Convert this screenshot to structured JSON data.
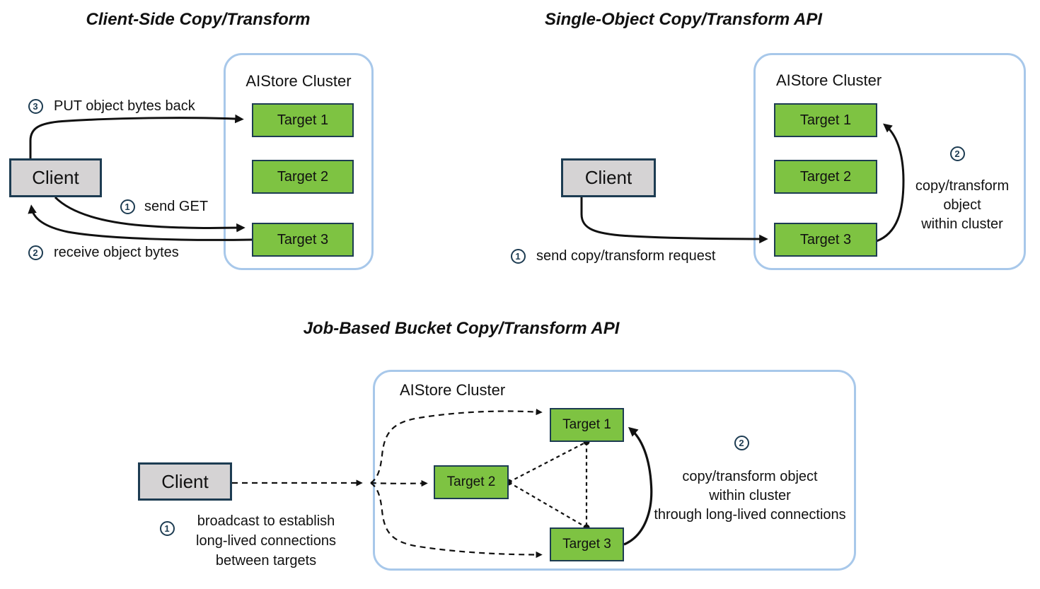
{
  "colors": {
    "target_fill": "#7ec342",
    "box_border": "#1d3c52",
    "cluster_border": "#a8c8ea",
    "client_fill": "#d5d3d4",
    "text": "#111111",
    "arrow": "#111111"
  },
  "panels": {
    "client_side": {
      "title": "Client-Side Copy/Transform",
      "cluster_label": "AIStore Cluster",
      "client_label": "Client",
      "targets": [
        "Target 1",
        "Target 2",
        "Target 3"
      ],
      "steps": {
        "get": {
          "num": "1",
          "text": "send GET"
        },
        "receive": {
          "num": "2",
          "text": "receive object bytes"
        },
        "put": {
          "num": "3",
          "text": "PUT object bytes back"
        }
      }
    },
    "single_object": {
      "title": "Single-Object Copy/Transform API",
      "cluster_label": "AIStore Cluster",
      "client_label": "Client",
      "targets": [
        "Target 1",
        "Target 2",
        "Target 3"
      ],
      "steps": {
        "request": {
          "num": "1",
          "text": "send copy/transform request"
        },
        "transform": {
          "num": "2",
          "text": "copy/transform\nobject\nwithin cluster"
        }
      }
    },
    "job_based": {
      "title": "Job-Based Bucket Copy/Transform API",
      "cluster_label": "AIStore Cluster",
      "client_label": "Client",
      "targets": [
        "Target 1",
        "Target 2",
        "Target 3"
      ],
      "steps": {
        "broadcast": {
          "num": "1",
          "text": "broadcast to establish\nlong-lived connections\nbetween targets"
        },
        "transform": {
          "num": "2",
          "text": "copy/transform object\nwithin cluster\nthrough long-lived connections"
        }
      }
    }
  }
}
